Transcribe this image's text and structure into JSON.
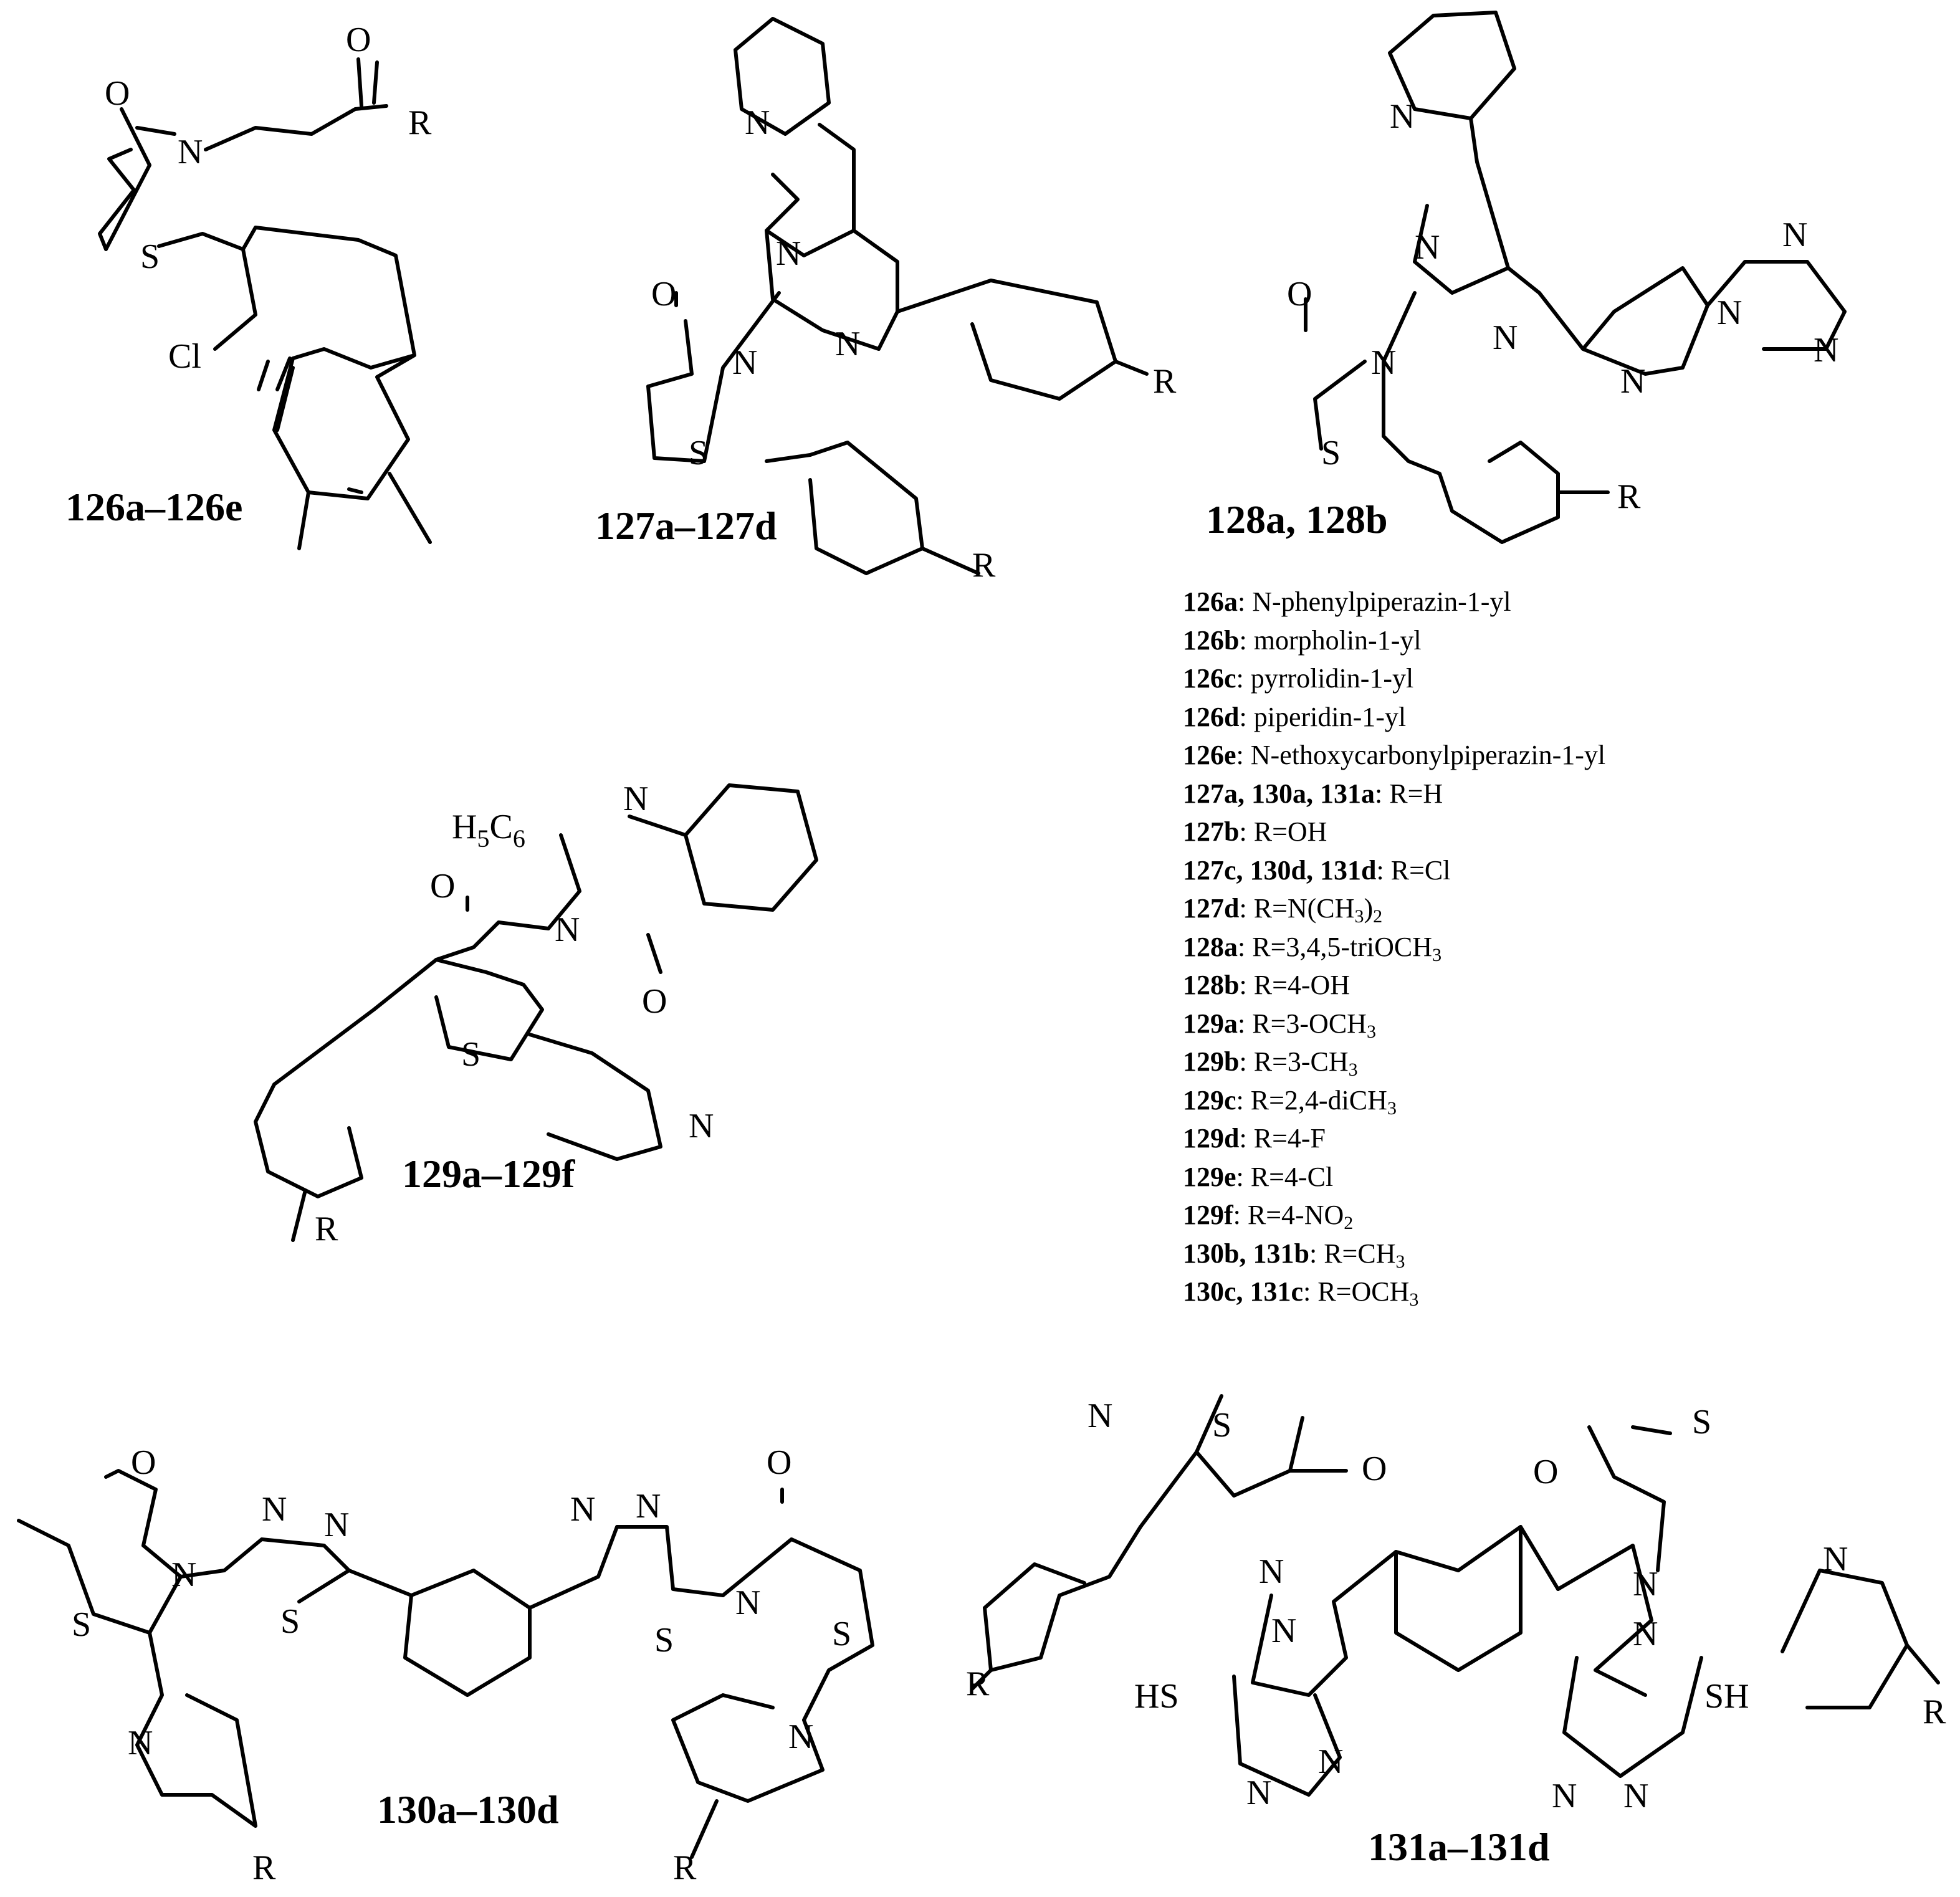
{
  "compounds": {
    "c126": "126a–126e",
    "c127": "127a–127d",
    "c128": "128a, 128b",
    "c129": "129a–129f",
    "c130": "130a–130d",
    "c131": "131a–131d"
  },
  "atoms": {
    "O": "O",
    "N": "N",
    "S": "S",
    "R": "R",
    "Cl": "Cl",
    "HS": "HS",
    "SH": "SH",
    "H5C6": "H5C6"
  },
  "legend": [
    {
      "ids": "126a",
      "rest": "N-phenylpiperazin-1-yl"
    },
    {
      "ids": "126b",
      "rest": "morpholin-1-yl"
    },
    {
      "ids": "126c",
      "rest": "pyrrolidin-1-yl"
    },
    {
      "ids": "126d",
      "rest": "piperidin-1-yl"
    },
    {
      "ids": "126e",
      "rest": "N-ethoxycarbonylpiperazin-1-yl"
    },
    {
      "ids": "127a, 130a, 131a",
      "rest": "R=H"
    },
    {
      "ids": "127b",
      "rest": "R=OH"
    },
    {
      "ids": "127c, 130d, 131d",
      "rest": "R=Cl"
    },
    {
      "ids": "127d",
      "rest": "R=N(CH3)2"
    },
    {
      "ids": "128a",
      "rest": "R=3,4,5-triOCH3"
    },
    {
      "ids": "128b",
      "rest": "R=4-OH"
    },
    {
      "ids": "129a",
      "rest": "R=3-OCH3"
    },
    {
      "ids": "129b",
      "rest": "R=3-CH3"
    },
    {
      "ids": "129c",
      "rest": "R=2,4-diCH3"
    },
    {
      "ids": "129d",
      "rest": "R=4-F"
    },
    {
      "ids": "129e",
      "rest": "R=4-Cl"
    },
    {
      "ids": "129f",
      "rest": "R=4-NO2"
    },
    {
      "ids": "130b, 131b",
      "rest": "R=CH3"
    },
    {
      "ids": "130c, 131c",
      "rest": "R=OCH3"
    }
  ]
}
